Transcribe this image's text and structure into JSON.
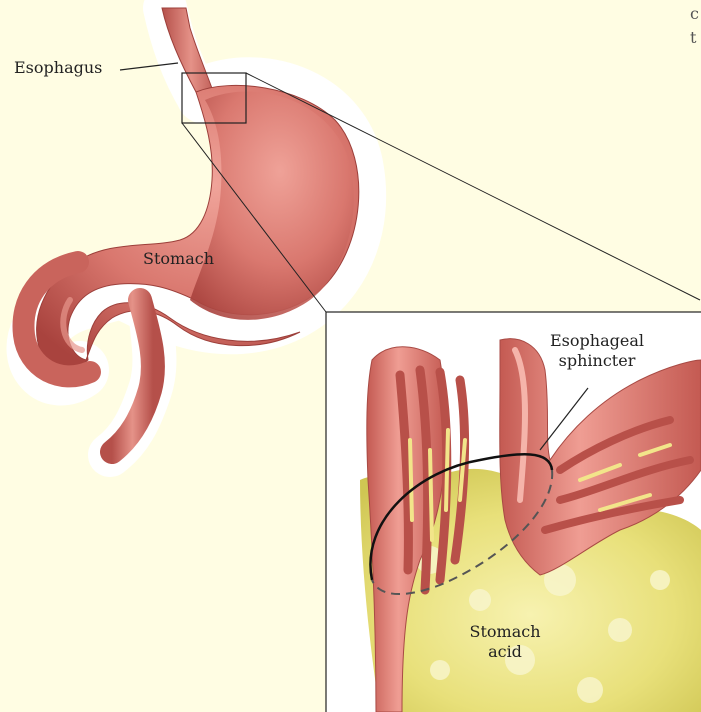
{
  "labels": {
    "esophagus": "Esophagus",
    "stomach": "Stomach",
    "sphincter_line1": "Esophageal",
    "sphincter_line2": "sphincter",
    "acid_line1": "Stomach",
    "acid_line2": "acid"
  },
  "corner_text": "c\nt",
  "colors": {
    "background": "#fffde3",
    "tissue": "#d9776e",
    "tissue_dark": "#b04a44",
    "tissue_light": "#eea59c",
    "acid": "#e8e07a",
    "inset_bg": "#ffffff",
    "outline": "#222222"
  }
}
